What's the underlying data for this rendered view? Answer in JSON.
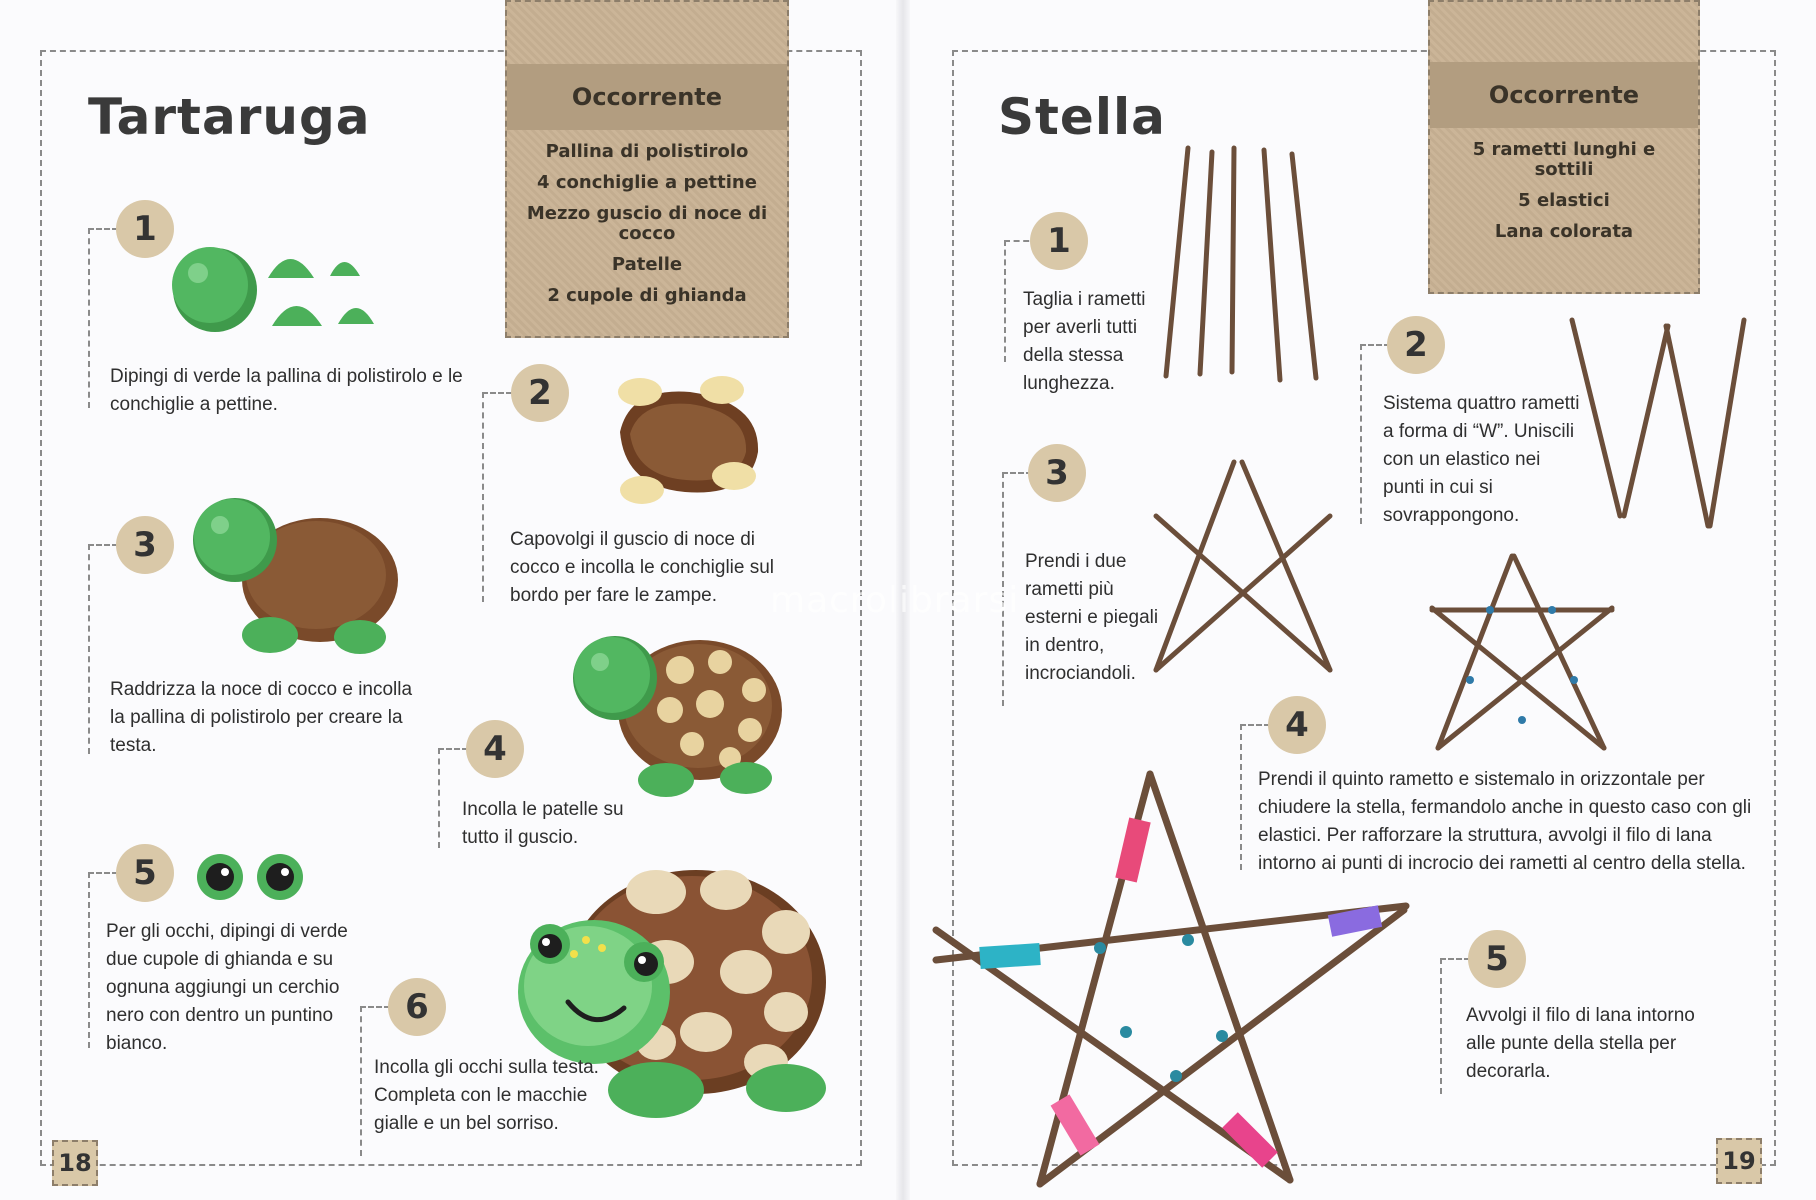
{
  "left": {
    "title": "Tartaruga",
    "materials_title": "Occorrente",
    "materials": [
      "Pallina di polistirolo",
      "4 conchiglie a pettine",
      "Mezzo guscio di noce di cocco",
      "Patelle",
      "2 cupole di ghianda"
    ],
    "steps": [
      {
        "num": "1",
        "text": "Dipingi di verde la pallina di polistirolo e le conchiglie a pettine."
      },
      {
        "num": "2",
        "text": "Capovolgi il guscio di noce di cocco e incolla le conchiglie sul bordo per fare le zampe."
      },
      {
        "num": "3",
        "text": "Raddrizza la noce di cocco e incolla la pallina di polistirolo per creare la testa."
      },
      {
        "num": "4",
        "text": "Incolla le patelle su tutto il guscio."
      },
      {
        "num": "5",
        "text": "Per gli occhi, dipingi di verde due cupole di ghianda e su ognuna aggiungi un cerchio nero con dentro un puntino bianco."
      },
      {
        "num": "6",
        "text": "Incolla gli occhi sulla testa. Completa con le macchie gialle e un bel sorriso."
      }
    ],
    "page_number": "18"
  },
  "right": {
    "title": "Stella",
    "materials_title": "Occorrente",
    "materials": [
      "5 rametti lunghi e sottili",
      "5 elastici",
      "Lana colorata"
    ],
    "steps": [
      {
        "num": "1",
        "text": "Taglia i rametti per averli tutti della stessa lunghezza."
      },
      {
        "num": "2",
        "text": "Sistema quattro rametti a forma di “W”. Uniscili con un elastico nei punti in cui si sovrappongono."
      },
      {
        "num": "3",
        "text": "Prendi i due rametti più esterni e piegali in dentro, incrociandoli."
      },
      {
        "num": "4",
        "text": "Prendi il quinto rametto e sistemalo in orizzontale per chiudere la stella, fermandolo anche in questo caso con gli elastici. Per rafforzare la struttura, avvolgi il filo di lana intorno ai punti di incrocio dei rametti al centro della stella."
      },
      {
        "num": "5",
        "text": "Avvolgi il filo di lana intorno alle punte della stella per decorarla."
      }
    ],
    "page_number": "19"
  },
  "watermark": "macrolibrarsi",
  "colors": {
    "green": "#4cb05a",
    "coconut": "#8a5a36",
    "kraft": "#c9b395",
    "badge": "#d9c8a8",
    "twig": "#6b4e3a"
  }
}
